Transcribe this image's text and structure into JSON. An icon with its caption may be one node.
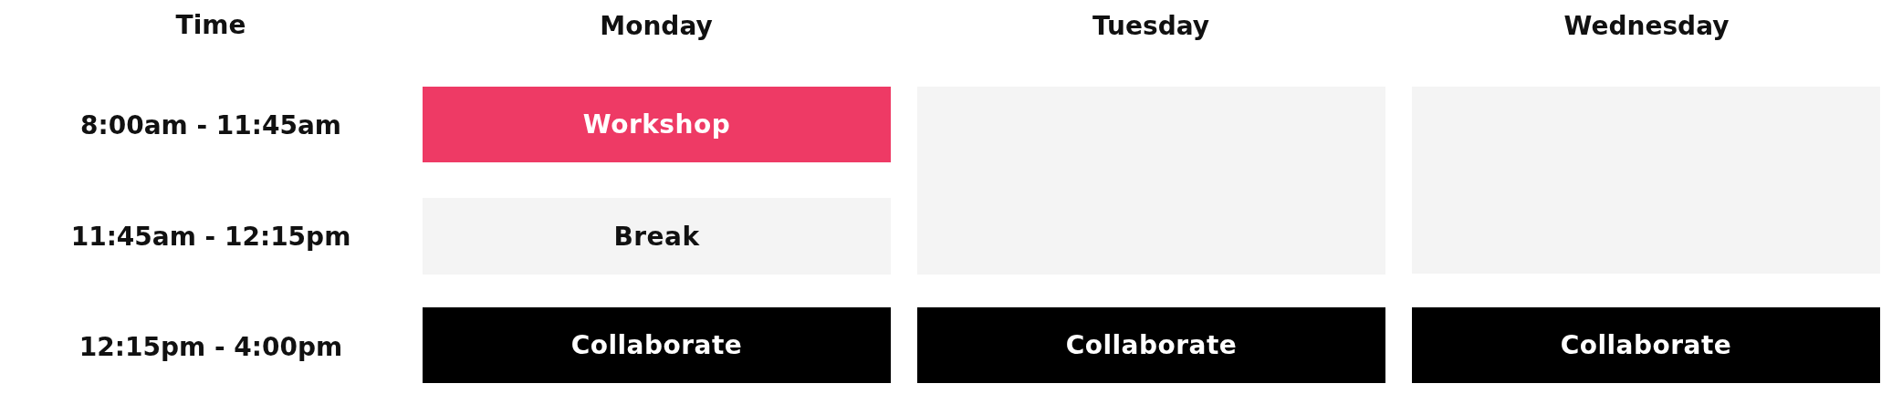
{
  "diagram": {
    "nodes": [
      {
        "text": [
          "Workshop"
        ]
      },
      {
        "text": [],
        "shape": "box"
      },
      {
        "text": [],
        "shape": "box"
      },
      {
        "text": [
          "Break"
        ]
      },
      {
        "text": [
          "Collaborate"
        ]
      },
      {
        "text": [
          "Collaborate"
        ]
      },
      {
        "text": [
          "Collaborate"
        ]
      }
    ],
    "labels": [
      "Time",
      "Monday",
      "Tuesday",
      "Wednesday",
      "8:00am - 11:45am",
      "11:45am - 12:15pm",
      "12:15pm - 4:00pm"
    ]
  }
}
